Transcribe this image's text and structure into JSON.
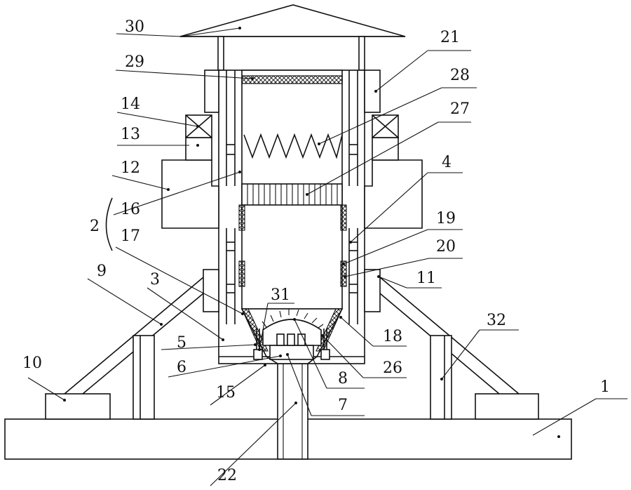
{
  "labels": {
    "l1": "1",
    "l2": "2",
    "l3": "3",
    "l4": "4",
    "l5": "5",
    "l6": "6",
    "l7": "7",
    "l8": "8",
    "l9": "9",
    "l10": "10",
    "l11": "11",
    "l12": "12",
    "l13": "13",
    "l14": "14",
    "l15": "15",
    "l16": "16",
    "l17": "17",
    "l18": "18",
    "l19": "19",
    "l20": "20",
    "l21": "21",
    "l22": "22",
    "l26": "26",
    "l27": "27",
    "l28": "28",
    "l29": "29",
    "l30": "30",
    "l31": "31",
    "l32": "32"
  },
  "colors": {
    "line": "#111111",
    "background": "#ffffff"
  }
}
